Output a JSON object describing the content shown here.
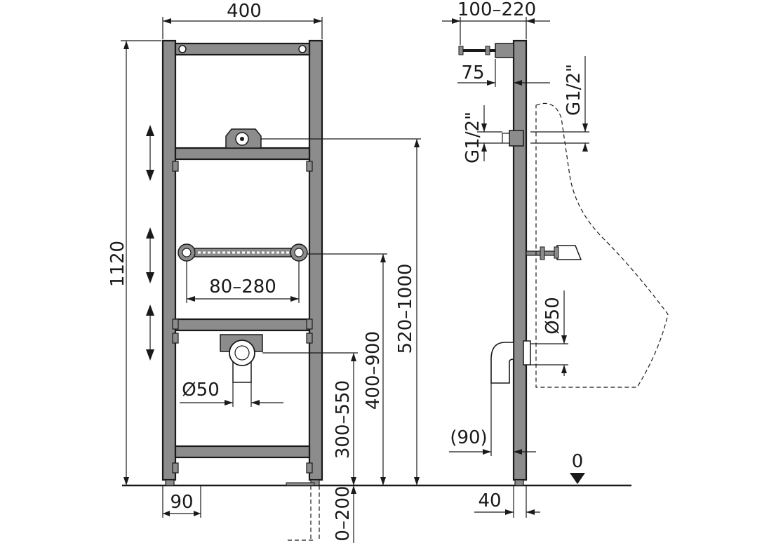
{
  "front_view": {
    "width_label": "400",
    "height_label": "1120",
    "tap_span_label": "80–280",
    "drain_label": "Ø50",
    "drain_height_label": "300–550",
    "tap_height_label": "400–900",
    "supply_height_label": "520–1000",
    "foot_label": "90",
    "foot_adjust_label": "0–200"
  },
  "side_view": {
    "depth_label": "100–220",
    "offset_label": "75",
    "thread_upper_label": "G1/2\"",
    "thread_side_label": "G1/2\"",
    "drain_label": "Ø50",
    "trap_label": "(90)",
    "profile_label": "40",
    "floor_level_label": "0"
  },
  "colors": {
    "frame_fill": "#8c8c8c",
    "line": "#1a1a1a"
  }
}
